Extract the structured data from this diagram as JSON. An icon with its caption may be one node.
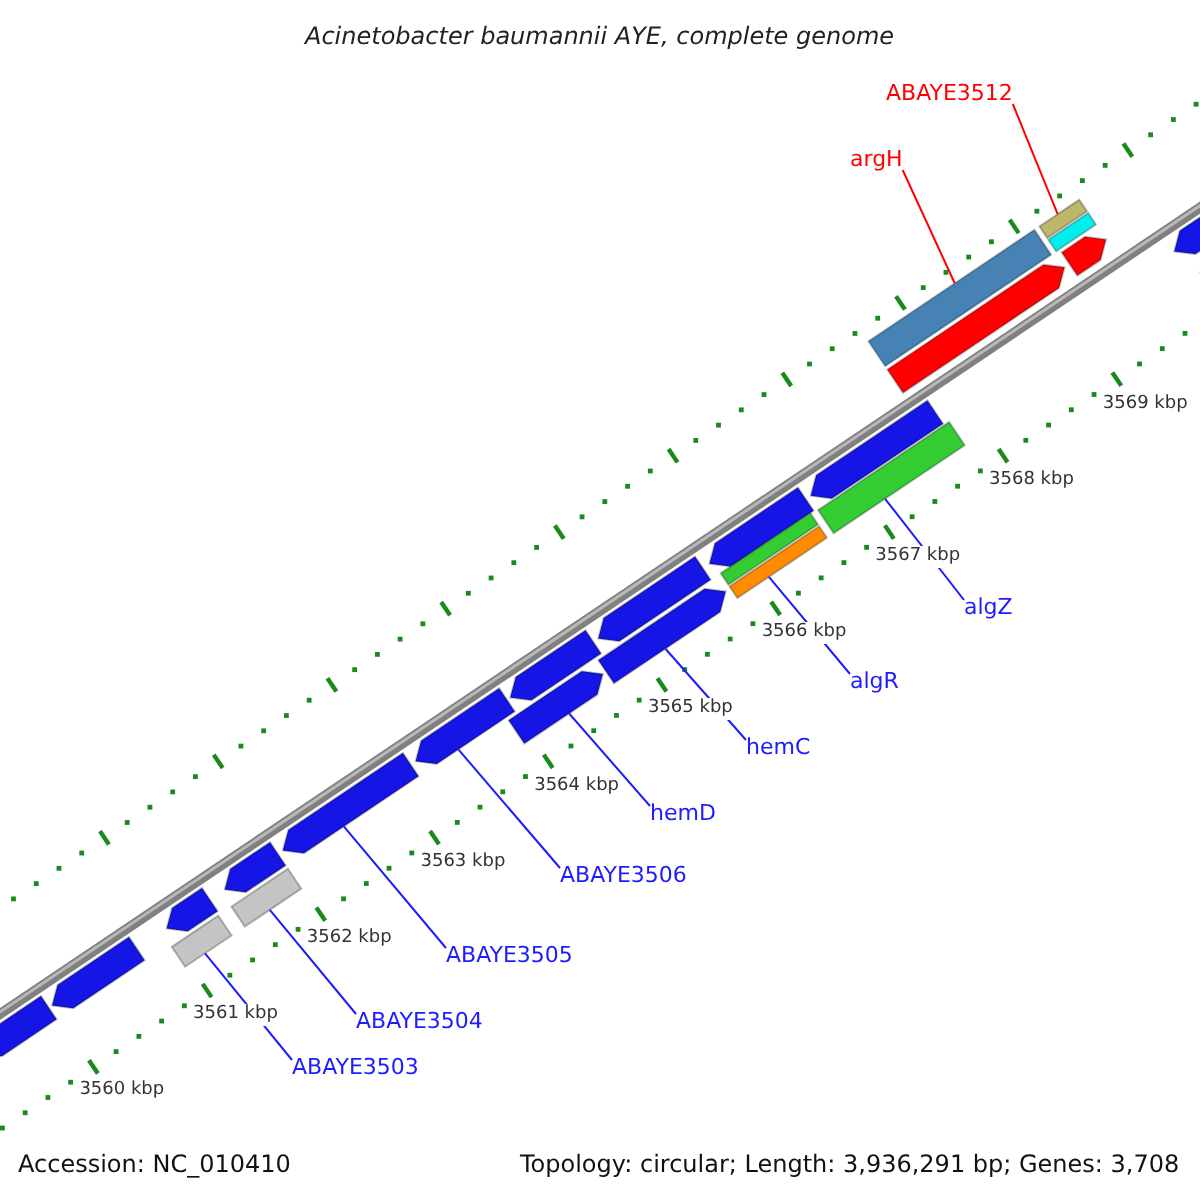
{
  "diagram": {
    "title": "Acinetobacter baumannii AYE, complete genome",
    "nodes": [
      {
        "text": [
          "ABAYE3512"
        ]
      },
      {
        "text": [
          "argH"
        ]
      },
      {
        "text": [
          "algZ"
        ]
      },
      {
        "text": [
          "algR"
        ]
      },
      {
        "text": [
          "hemC"
        ]
      },
      {
        "text": [
          "hemD"
        ]
      },
      {
        "text": [
          "ABAYE3506"
        ]
      },
      {
        "text": [
          "ABAYE3505"
        ]
      },
      {
        "text": [
          "ABAYE3504"
        ]
      },
      {
        "text": [
          "ABAYE3503"
        ]
      },
      {
        "text": [],
        "shape": "bar"
      },
      {
        "text": [],
        "shape": "bar"
      },
      {
        "text": [],
        "shape": "bar"
      },
      {
        "text": [],
        "shape": "bar"
      },
      {
        "text": [],
        "shape": "bar"
      },
      {
        "text": [],
        "shape": "bar"
      },
      {
        "text": [],
        "shape": "bar"
      },
      {
        "text": [],
        "shape": "bar"
      },
      {
        "text": [],
        "shape": "bar"
      },
      {
        "text": [],
        "shape": "bar"
      },
      {
        "text": [],
        "shape": "bar"
      },
      {
        "text": [],
        "shape": "bar"
      },
      {
        "text": [],
        "shape": "bar"
      },
      {
        "text": [],
        "shape": "bar"
      },
      {
        "text": [],
        "shape": "bar"
      },
      {
        "text": [],
        "shape": "bar"
      },
      {
        "text": [],
        "shape": "bar"
      },
      {
        "text": [],
        "shape": "bar"
      },
      {
        "text": [],
        "shape": "bar"
      },
      {
        "text": [],
        "shape": "bar"
      },
      {
        "text": [],
        "shape": "bar"
      },
      {
        "text": [],
        "shape": "bar"
      },
      {
        "text": [],
        "shape": "bar"
      },
      {
        "text": [],
        "shape": "bar"
      }
    ],
    "edges": [
      {
        "from": 0,
        "to": 29,
        "arrow": "none",
        "color": "#ff0000"
      },
      {
        "from": 1,
        "to": 27,
        "arrow": "none",
        "color": "#ff0000"
      },
      {
        "from": 2,
        "to": 25,
        "arrow": "none"
      },
      {
        "from": 3,
        "to": 24,
        "arrow": "none"
      },
      {
        "from": 4,
        "to": 20,
        "arrow": "none"
      },
      {
        "from": 5,
        "to": 18,
        "arrow": "none"
      },
      {
        "from": 6,
        "to": 17,
        "arrow": "none"
      },
      {
        "from": 7,
        "to": 16,
        "arrow": "none"
      },
      {
        "from": 8,
        "to": 14,
        "arrow": "none"
      },
      {
        "from": 9,
        "to": 12,
        "arrow": "none"
      }
    ],
    "labels": [
      "3569 kbp",
      "3568 kbp",
      "3567 kbp",
      "3566 kbp",
      "3565 kbp",
      "3564 kbp",
      "3563 kbp",
      "3562 kbp",
      "3561 kbp",
      "3560 kbp",
      "Accession: NC_010410",
      "Topology: circular; Length: 3,936,291 bp; Genes: 3,708"
    ]
  }
}
